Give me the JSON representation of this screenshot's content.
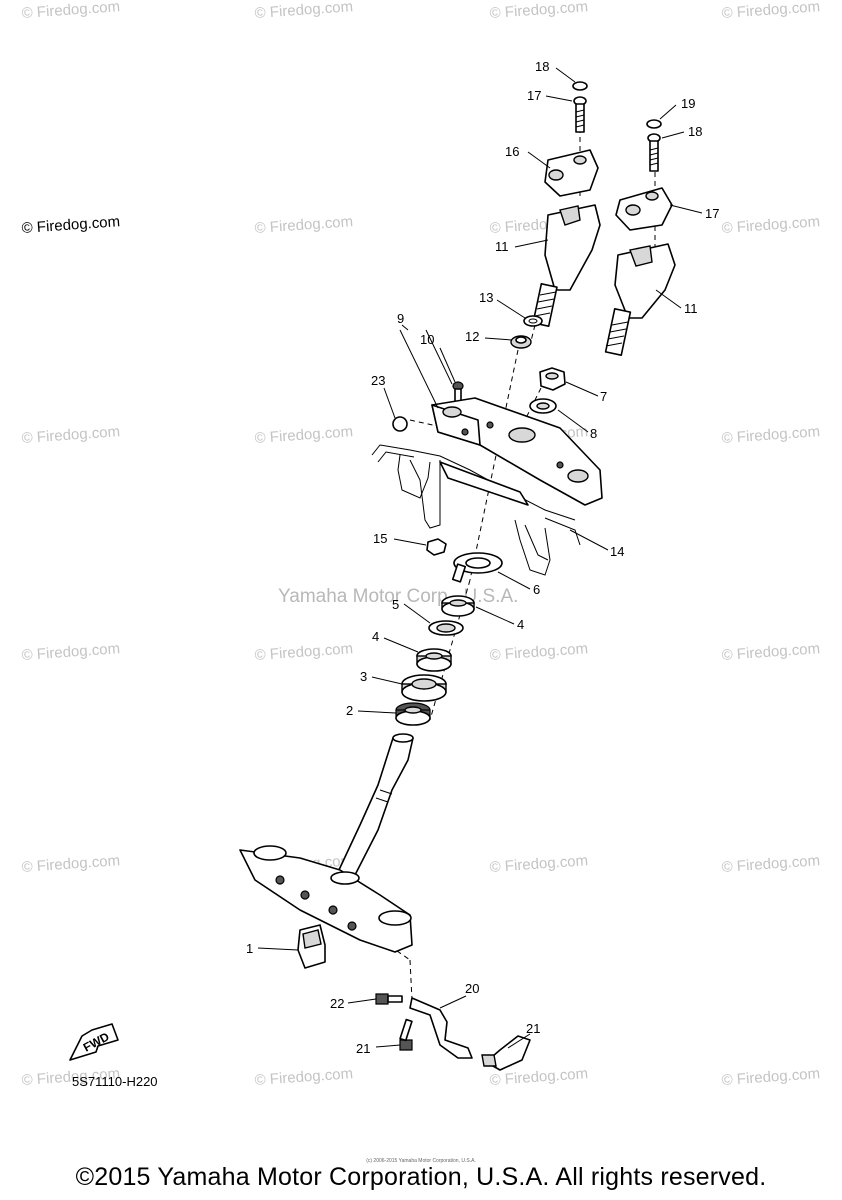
{
  "watermarks": {
    "text": "© Firedog.com",
    "center_text": "Yamaha Motor Corp., U.S.A."
  },
  "callouts": [
    "1",
    "2",
    "3",
    "4",
    "4",
    "5",
    "6",
    "7",
    "8",
    "9",
    "10",
    "11",
    "11",
    "12",
    "13",
    "14",
    "15",
    "16",
    "16",
    "17",
    "17",
    "18",
    "18",
    "19",
    "20",
    "21",
    "22",
    "23"
  ],
  "fwd_label": "FWD",
  "diagram_code": "5S71110-H220",
  "microprint": "(c) 2006-2015 Yamaha Motor Corporation, U.S.A.",
  "copyright": "©2015 Yamaha Motor Corporation, U.S.A. All rights reserved."
}
